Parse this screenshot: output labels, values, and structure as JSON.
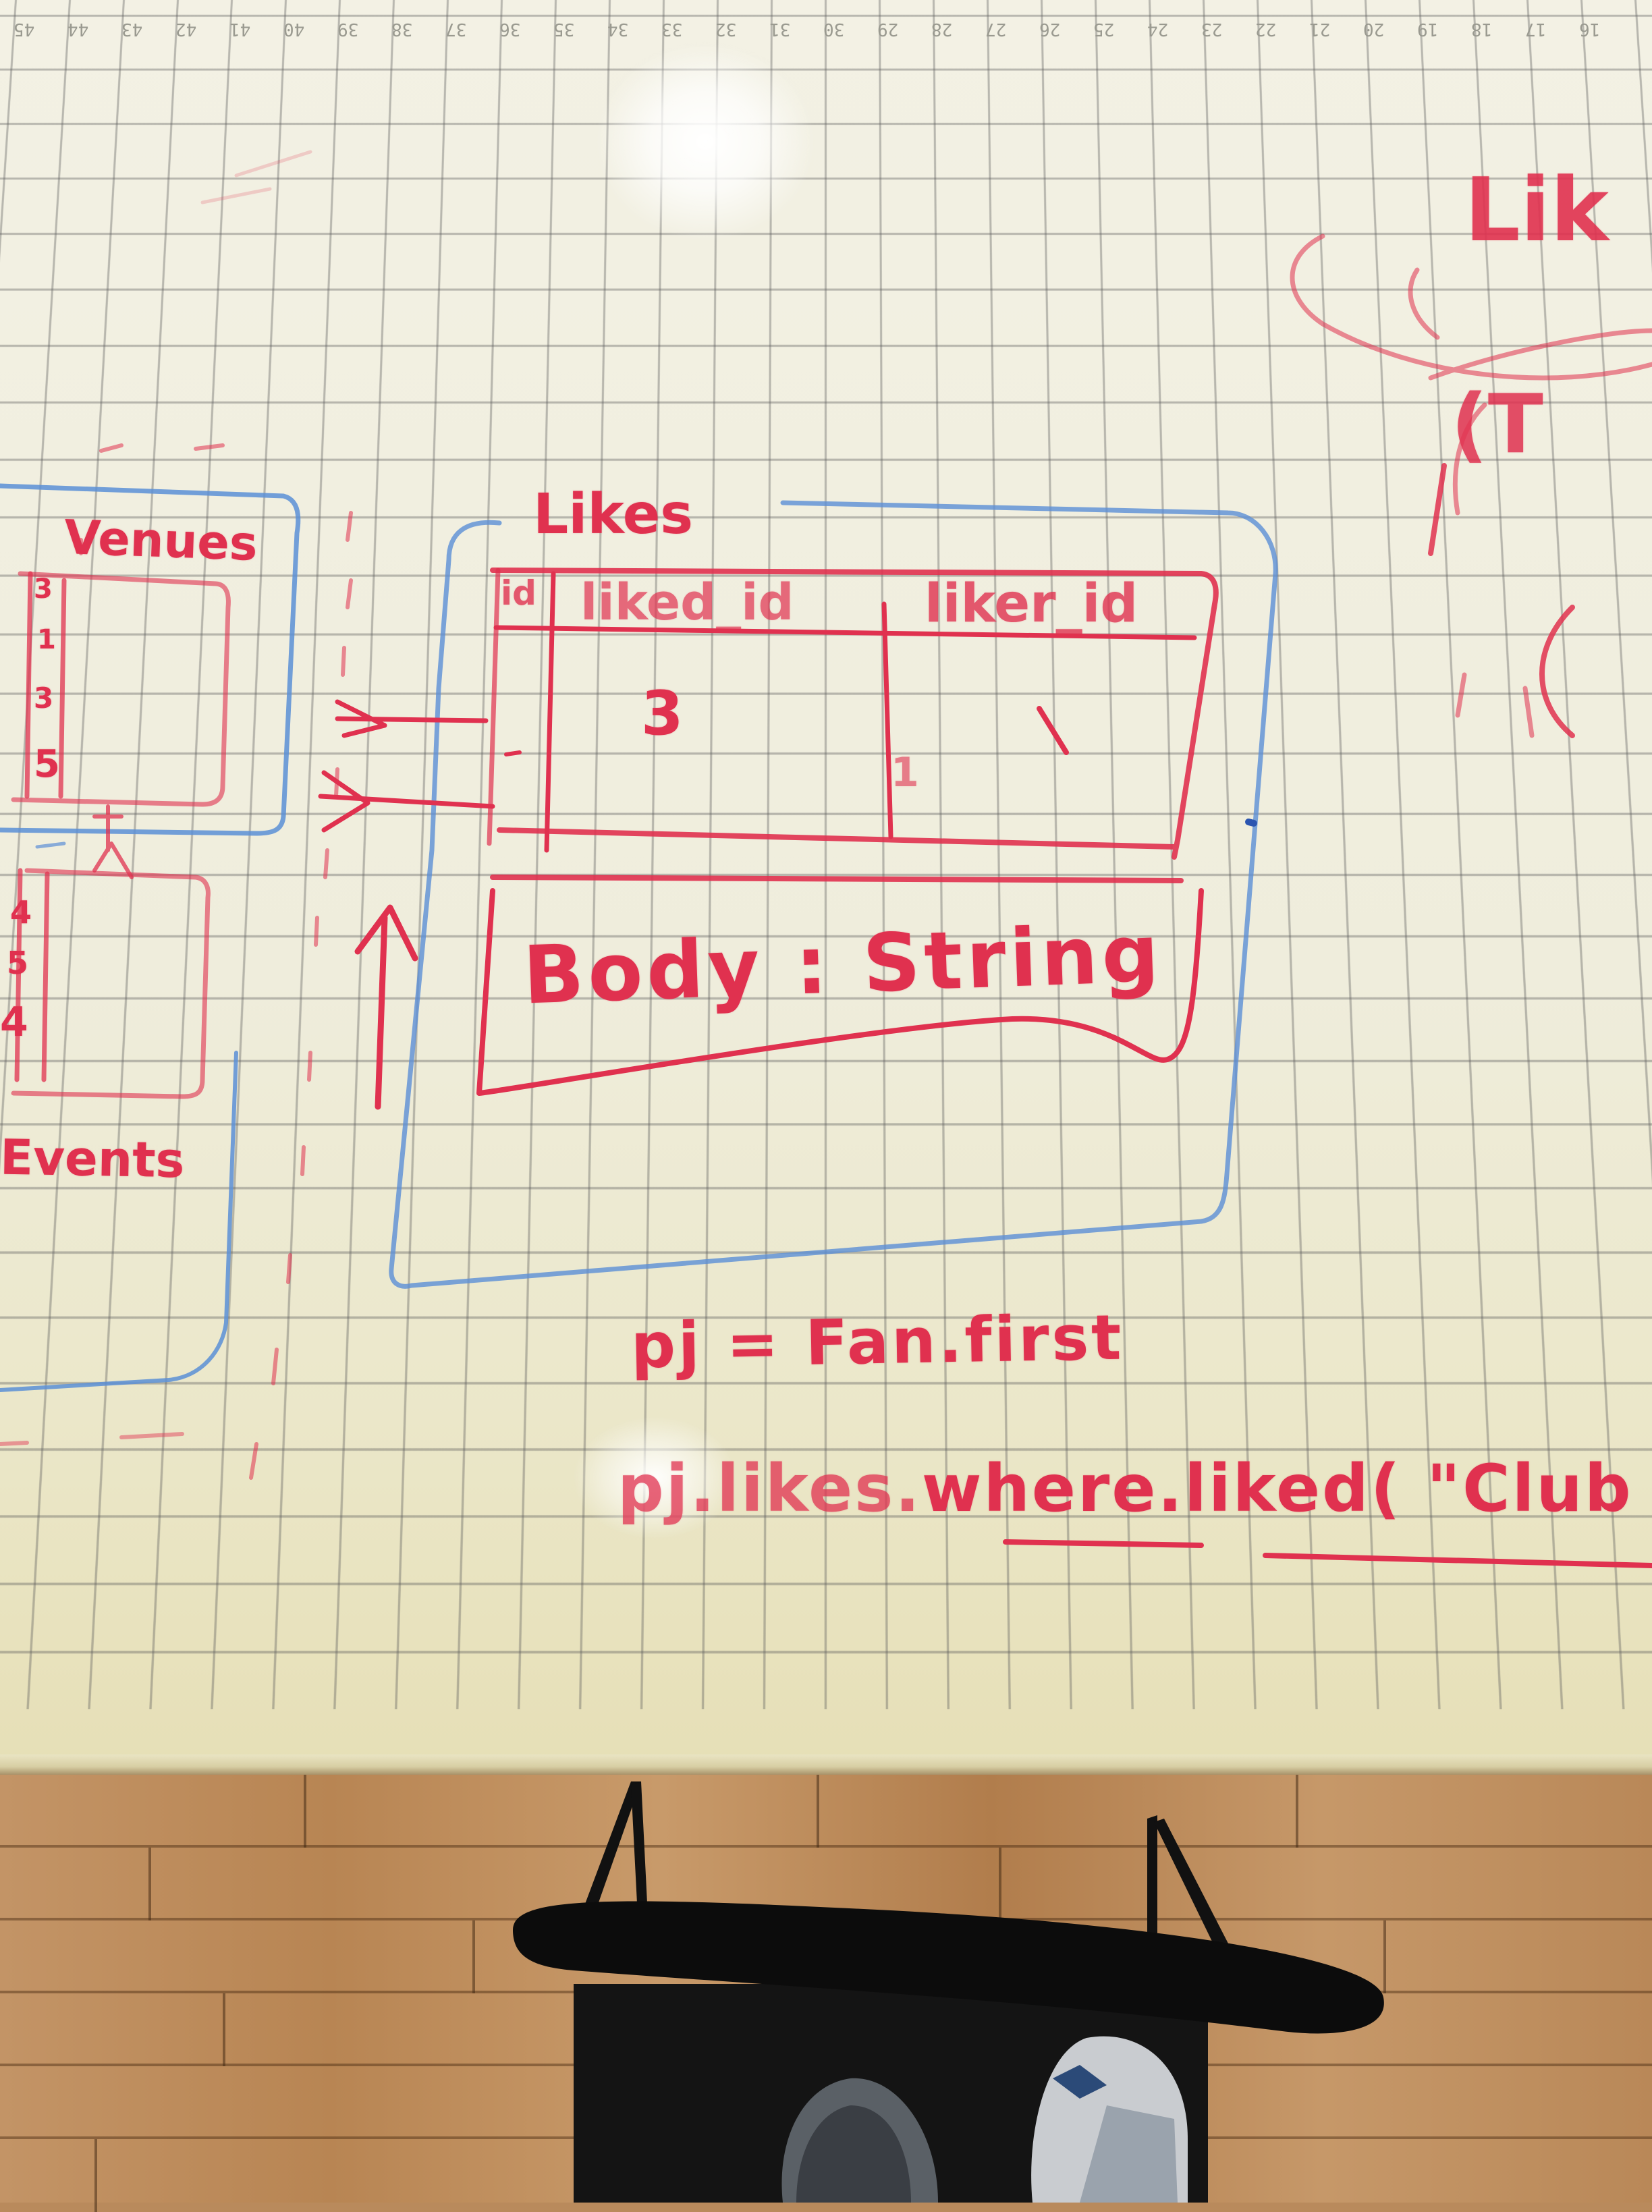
{
  "photo": {
    "subject": "whiteboard-table-sketch",
    "marker_color": "#e0314f",
    "outline_color": "#5b8fd6"
  },
  "ruler_numbers": [
    "45",
    "44",
    "43",
    "42",
    "41",
    "40",
    "39",
    "38",
    "37",
    "36",
    "35",
    "34",
    "33",
    "32",
    "31",
    "30",
    "29",
    "28",
    "27",
    "26",
    "25",
    "24",
    "23",
    "22",
    "21",
    "20",
    "19",
    "18",
    "17",
    "16"
  ],
  "diagram": {
    "venues_label": "Venues",
    "events_label": "Events",
    "likes_label": "Likes",
    "likes_columns": [
      "id",
      "liked_id",
      "liker_id"
    ],
    "likes_row": [
      "3",
      "1"
    ],
    "body_field": "Body : String",
    "venue_ids": [
      "3",
      "1",
      "3",
      "5"
    ],
    "event_ids": [
      "4",
      "5",
      "4"
    ]
  },
  "code": {
    "line1": "pj = Fan.first",
    "line2_part1": "pj.likes.",
    "line2_where": "where",
    "line2_part2": ".",
    "line2_liked": "liked",
    "line2_part3": "( \"Club"
  },
  "right_fragments": [
    "Lik",
    "(T"
  ]
}
